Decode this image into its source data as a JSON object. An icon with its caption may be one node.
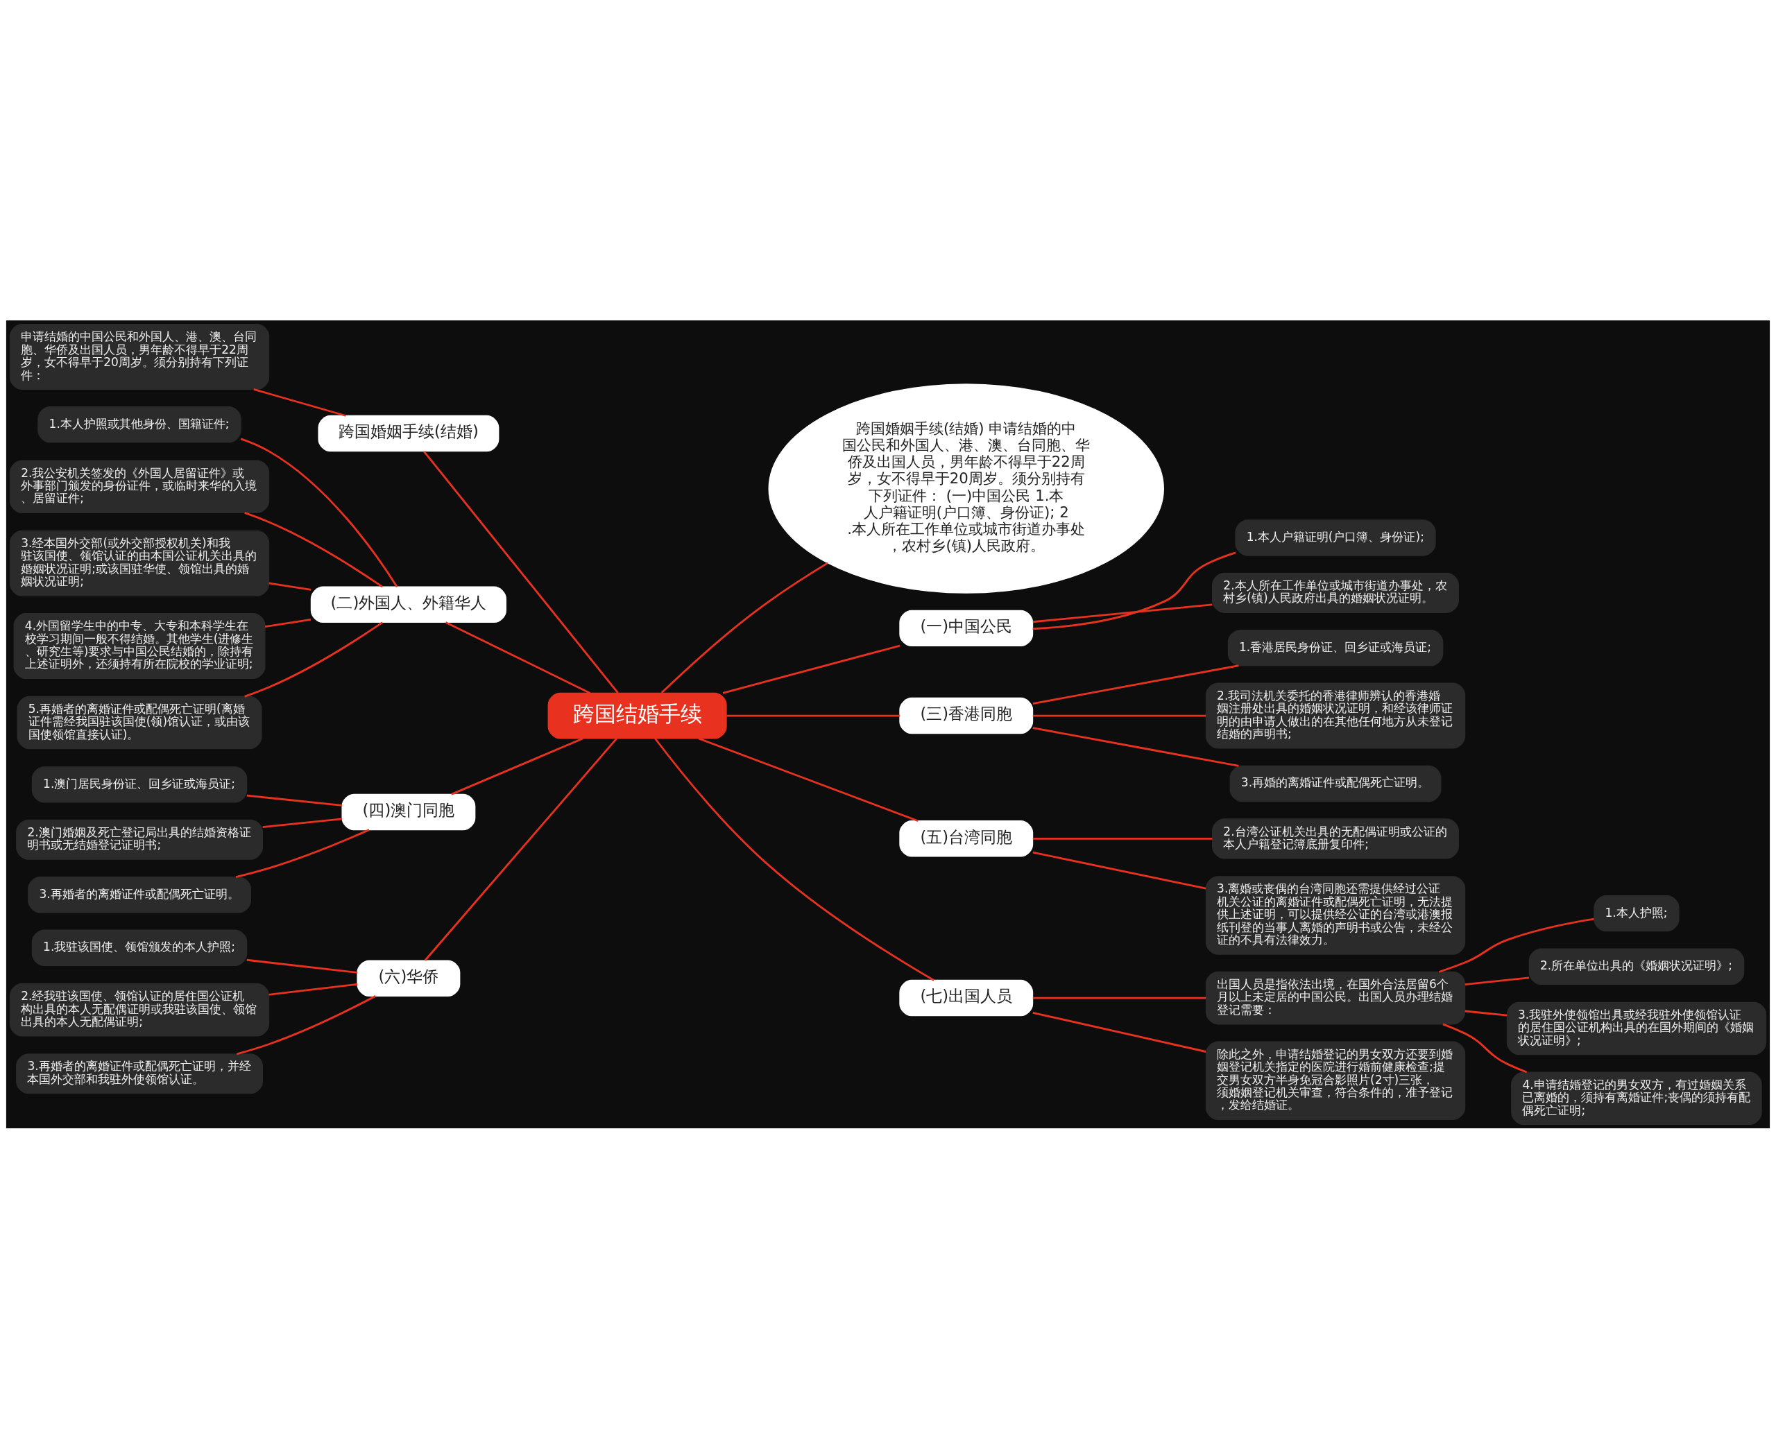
{
  "diagram": {
    "nodes": [
      {
        "text": [
          "跨国结婚手续"
        ]
      },
      {
        "text": [
          "跨国婚姻手续(结婚)"
        ]
      },
      {
        "text": [
          "申请结婚的中国公民和外国人、港、澳、台同胞、华侨及出国人员，男年龄不得早于22周岁，女不得早于20周岁。须分别持有下列证件："
        ]
      },
      {
        "text": [
          "跨国婚姻手续(结婚) 申请结婚的中国公民和外国人、港、澳、台同胞、华侨及出国人员，男年龄不得早于22周岁，女不得早于20周岁。须分别持有下列证件： (一)中国公民 1.本人户籍证明(户口簿、身份证); 2.本人所在工作单位或城市街道办事处，农村乡(镇)人民政府。"
        ]
      },
      {
        "text": [
          "(一)中国公民"
        ]
      },
      {
        "text": [
          "1.本人户籍证明(户口簿、身份证);"
        ]
      },
      {
        "text": [
          "2.本人所在工作单位或城市街道办事处，农村乡(镇)人民政府出具的婚姻状况证明。"
        ]
      },
      {
        "text": [
          "(二)外国人、外籍华人"
        ]
      },
      {
        "text": [
          "1.本人护照或其他身份、国籍证件;"
        ]
      },
      {
        "text": [
          "2.我公安机关签发的《外国人居留证件》或外事部门颁发的身份证件，或临时来华的入境、居留证件;"
        ]
      },
      {
        "text": [
          "3.经本国外交部(或外交部授权机关)和我驻该国使、领馆认证的由本国公证机关出具的婚姻状况证明;或该国驻华使、领馆出具的婚姻状况证明;"
        ]
      },
      {
        "text": [
          "4.外国留学生中的中专、大专和本科学生在校学习期间一般不得结婚。其他学生(进修生、研究生等)要求与中国公民结婚的，除持有上述证明外，还须持有所在院校的学业证明;"
        ]
      },
      {
        "text": [
          "5.再婚者的离婚证件或配偶死亡证明(离婚证件需经我国驻该国使(领)馆认证，或由该国使领馆直接认证)。"
        ]
      },
      {
        "text": [
          "(三)香港同胞"
        ]
      },
      {
        "text": [
          "1.香港居民身份证、回乡证或海员证;"
        ]
      },
      {
        "text": [
          "2.我司法机关委托的香港律师辨认的香港婚姻注册处出具的婚姻状况证明，和经该律师证明的由申请人做出的在其他任何地方从未登记结婚的声明书;"
        ]
      },
      {
        "text": [
          "3.再婚的离婚证件或配偶死亡证明。"
        ]
      },
      {
        "text": [
          "(四)澳门同胞"
        ]
      },
      {
        "text": [
          "1.澳门居民身份证、回乡证或海员证;"
        ]
      },
      {
        "text": [
          "2.澳门婚姻及死亡登记局出具的结婚资格证明书或无结婚登记证明书;"
        ]
      },
      {
        "text": [
          "3.再婚者的离婚证件或配偶死亡证明。"
        ]
      },
      {
        "text": [
          "(五)台湾同胞"
        ]
      },
      {
        "text": [
          "2.台湾公证机关出具的无配偶证明或公证的本人户籍登记簿底册复印件;"
        ]
      },
      {
        "text": [
          "3.离婚或丧偶的台湾同胞还需提供经过公证机关公证的离婚证件或配偶死亡证明，无法提供上述证明，可以提供经公证的台湾或港澳报纸刊登的当事人离婚的声明书或公告，未经公证的不具有法律效力。"
        ]
      },
      {
        "text": [
          "(六)华侨"
        ]
      },
      {
        "text": [
          "1.我驻该国使、领馆颁发的本人护照;"
        ]
      },
      {
        "text": [
          "2.经我驻该国使、领馆认证的居住国公证机构出具的本人无配偶证明或我驻该国使、领馆出具的本人无配偶证明;"
        ]
      },
      {
        "text": [
          "3.再婚者的离婚证件或配偶死亡证明，并经本国外交部和我驻外使领馆认证。"
        ]
      },
      {
        "text": [
          "(七)出国人员"
        ]
      },
      {
        "text": [
          "出国人员是指依法出境，在国外合法居留6个月以上未定居的中国公民。出国人员办理结婚登记需要："
        ]
      },
      {
        "text": [
          "1.本人护照;"
        ]
      },
      {
        "text": [
          "2.所在单位出具的《婚姻状况证明》;"
        ]
      },
      {
        "text": [
          "3.我驻外使领馆出具或经我驻外使领馆认证的居住国公证机构出具的在国外期间的《婚姻状况证明》;"
        ]
      },
      {
        "text": [
          "4.申请结婚登记的男女双方，有过婚姻关系已离婚的，须持有离婚证件;丧偶的须持有配偶死亡证明;"
        ]
      },
      {
        "text": [
          "除此之外，申请结婚登记的男女双方还要到婚姻登记机关指定的医院进行婚前健康检查;提交男女双方半身免冠合影照片(2寸)三张，须婚姻登记机关审查，符合条件的，准予登记，发给结婚证。"
        ]
      }
    ],
    "edges": [
      {
        "from": 0,
        "to": 1,
        "arrow": "none"
      },
      {
        "from": 1,
        "to": 2,
        "arrow": "none"
      },
      {
        "from": 0,
        "to": 3,
        "arrow": "none"
      },
      {
        "from": 0,
        "to": 4,
        "arrow": "none"
      },
      {
        "from": 4,
        "to": 5,
        "arrow": "none"
      },
      {
        "from": 4,
        "to": 6,
        "arrow": "none"
      },
      {
        "from": 0,
        "to": 7,
        "arrow": "none"
      },
      {
        "from": 7,
        "to": 8,
        "arrow": "none"
      },
      {
        "from": 7,
        "to": 9,
        "arrow": "none"
      },
      {
        "from": 7,
        "to": 10,
        "arrow": "none"
      },
      {
        "from": 7,
        "to": 11,
        "arrow": "none"
      },
      {
        "from": 7,
        "to": 12,
        "arrow": "none"
      },
      {
        "from": 0,
        "to": 13,
        "arrow": "none"
      },
      {
        "from": 13,
        "to": 14,
        "arrow": "none"
      },
      {
        "from": 13,
        "to": 15,
        "arrow": "none"
      },
      {
        "from": 13,
        "to": 16,
        "arrow": "none"
      },
      {
        "from": 0,
        "to": 17,
        "arrow": "none"
      },
      {
        "from": 17,
        "to": 18,
        "arrow": "none"
      },
      {
        "from": 17,
        "to": 19,
        "arrow": "none"
      },
      {
        "from": 17,
        "to": 20,
        "arrow": "none"
      },
      {
        "from": 0,
        "to": 21,
        "arrow": "none"
      },
      {
        "from": 21,
        "to": 22,
        "arrow": "none"
      },
      {
        "from": 21,
        "to": 23,
        "arrow": "none"
      },
      {
        "from": 0,
        "to": 24,
        "arrow": "none"
      },
      {
        "from": 24,
        "to": 25,
        "arrow": "none"
      },
      {
        "from": 24,
        "to": 26,
        "arrow": "none"
      },
      {
        "from": 24,
        "to": 27,
        "arrow": "none"
      },
      {
        "from": 0,
        "to": 28,
        "arrow": "none"
      },
      {
        "from": 28,
        "to": 29,
        "arrow": "none"
      },
      {
        "from": 29,
        "to": 30,
        "arrow": "none"
      },
      {
        "from": 29,
        "to": 31,
        "arrow": "none"
      },
      {
        "from": 29,
        "to": 32,
        "arrow": "none"
      },
      {
        "from": 29,
        "to": 33,
        "arrow": "none"
      },
      {
        "from": 28,
        "to": 34,
        "arrow": "none"
      }
    ]
  }
}
